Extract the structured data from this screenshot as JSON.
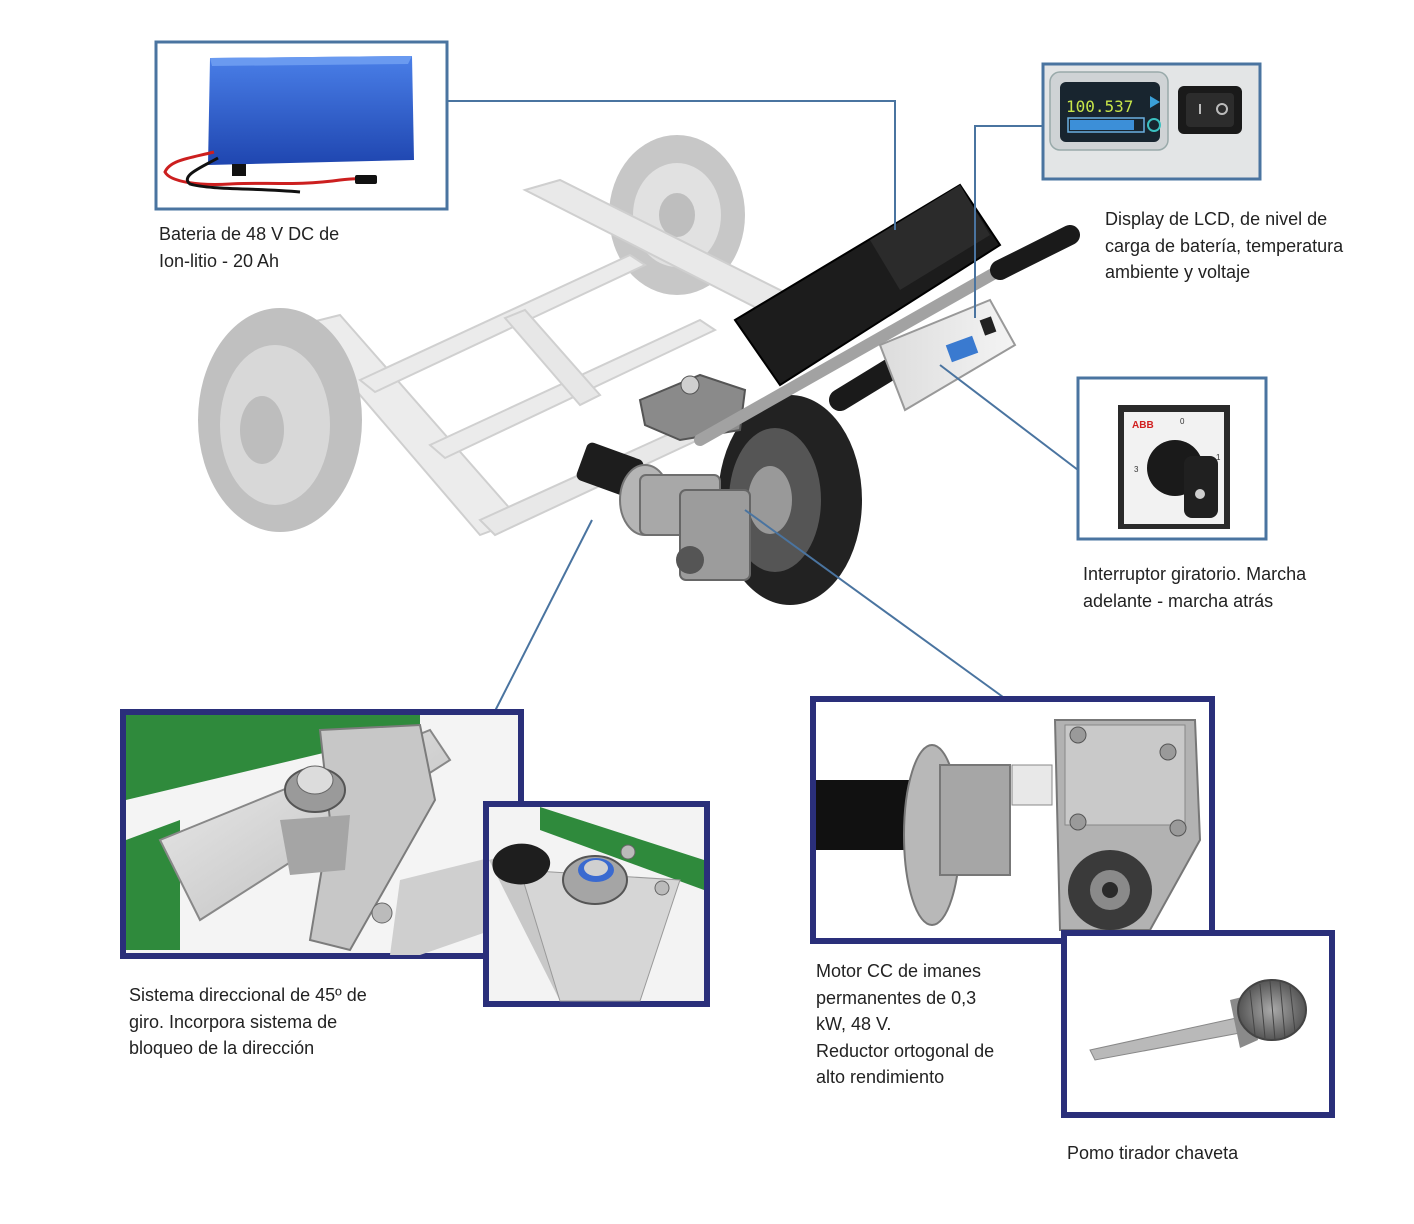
{
  "colors": {
    "frame_light": "#4a74a0",
    "frame_dark": "#2a2f7a",
    "leader": "#4a74a0",
    "battery_blue": "#2f5fd0",
    "chassis_green": "#2f8a3c",
    "lcd_digits": "#c8e64a"
  },
  "callouts": {
    "battery": {
      "label": "Bateria de 48 V DC de\nIon-litio - 20 Ah",
      "icon": "battery-photo-icon"
    },
    "display": {
      "label": "Display de LCD, de nivel de\ncarga de batería, temperatura\nambiente y voltaje",
      "lcd_reading": "100.537",
      "icon": "lcd-display-photo-icon"
    },
    "switch": {
      "label": "Interruptor giratorio. Marcha\nadelante - marcha atrás",
      "brand": "ABB",
      "positions": [
        "0",
        "1",
        "3"
      ],
      "icon": "rotary-switch-photo-icon"
    },
    "steering": {
      "label": "Sistema direccional de 45º de\ngiro. Incorpora sistema de\nbloqueo de la dirección",
      "icon": "steering-lock-photo-icon"
    },
    "motor": {
      "label": "Motor CC de imanes\npermanentes de 0,3\nkW, 48 V.\nReductor ortogonal de\nalto rendimiento",
      "icon": "motor-gearbox-photo-icon"
    },
    "knob": {
      "label": "Pomo tirador chaveta",
      "icon": "knob-pin-photo-icon"
    }
  }
}
